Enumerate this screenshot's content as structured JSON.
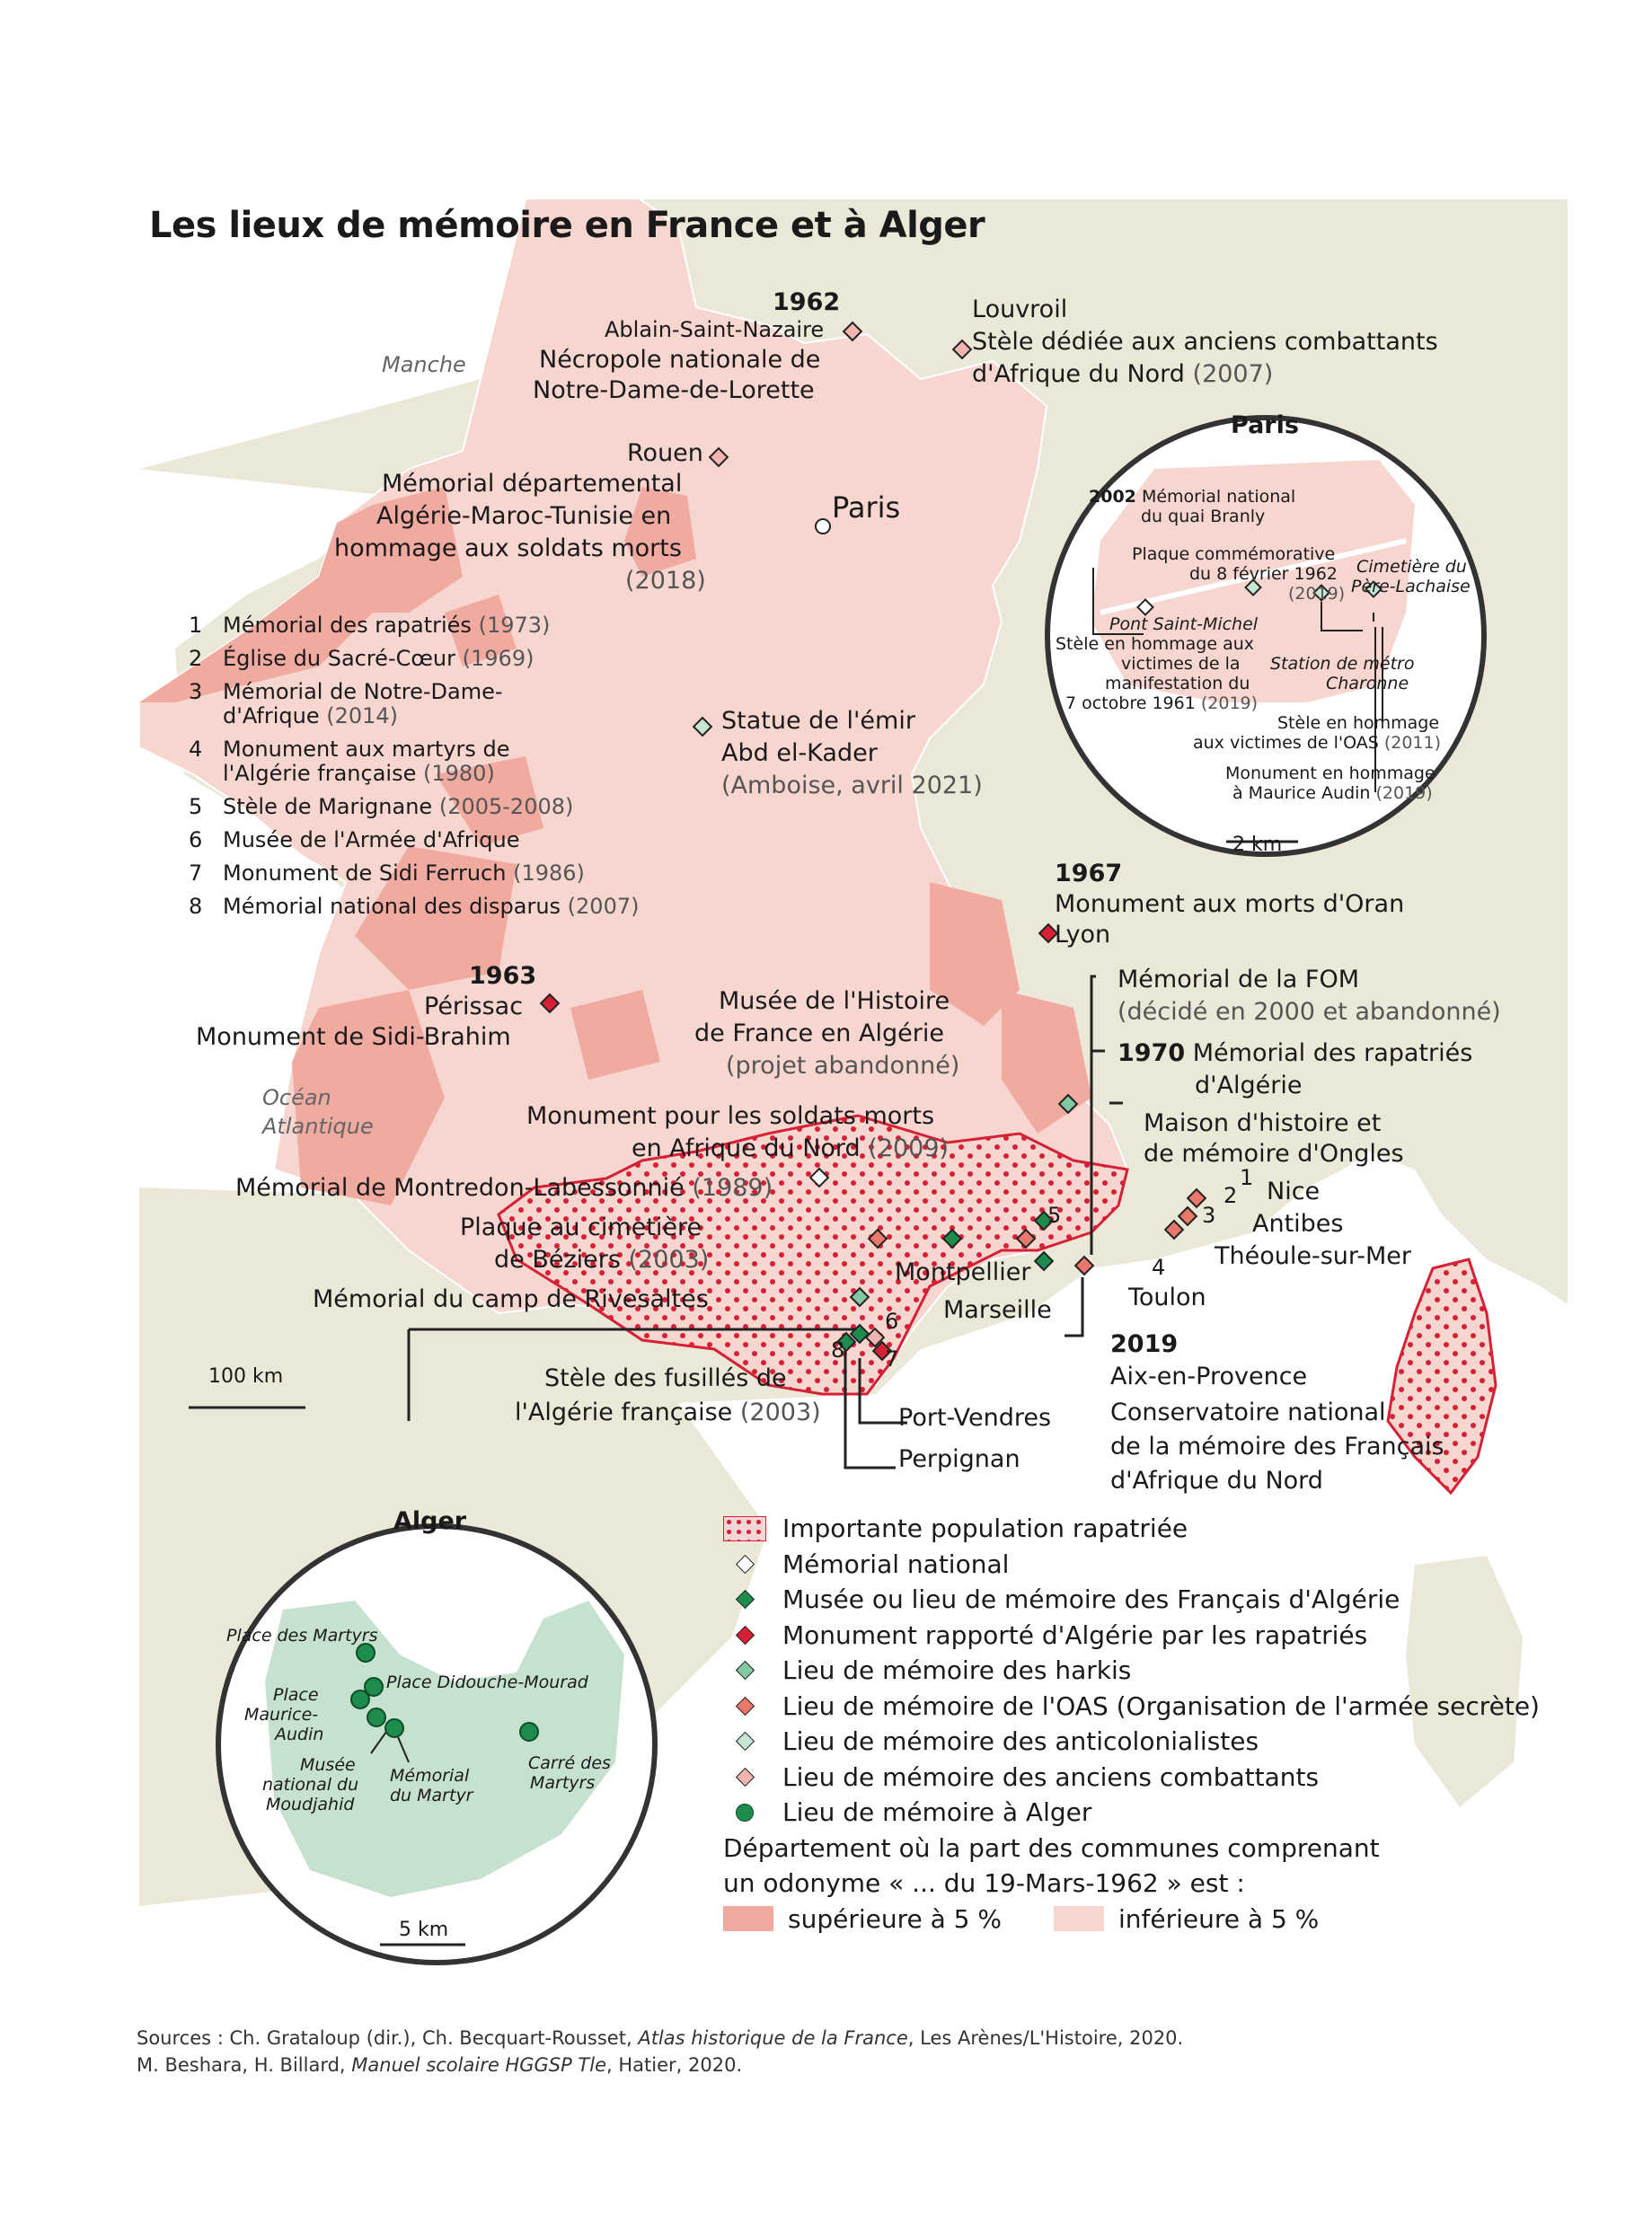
{
  "title": "Les lieux de mémoire en France et à Alger",
  "seas": {
    "manche": "Manche",
    "ocean_l1": "Océan",
    "ocean_l2": "Atlantique"
  },
  "places": {
    "y1962": "1962",
    "ablain": "Ablain-Saint-Nazaire",
    "necropole_l1": "Nécropole nationale de",
    "necropole_l2": "Notre-Dame-de-Lorette",
    "louvroil": "Louvroil",
    "stele_l1": "Stèle dédiée aux anciens combattants",
    "stele_l2": "d'Afrique du Nord",
    "stele_date": "(2007)",
    "rouen": "Rouen",
    "memdep_l1": "Mémorial départemental",
    "memdep_l2": "Algérie-Maroc-Tunisie en",
    "memdep_l3": "hommage aux soldats morts",
    "memdep_date": "(2018)",
    "paris": "Paris",
    "statue_l1": "Statue de l'émir",
    "statue_l2": "Abd el-Kader",
    "statue_l3": "(Amboise, avril 2021)",
    "y1967": "1967",
    "oran": "Monument aux morts d'Oran",
    "lyon": "Lyon",
    "y1963": "1963",
    "perissac": "Périssac",
    "sidibrahim": "Monument de Sidi-Brahim",
    "musee_l1": "Musée de l'Histoire",
    "musee_l2": "de France en Algérie",
    "musee_l3": "(projet abandonné)",
    "fom_l1": "Mémorial de la FOM",
    "fom_l2": "(décidé en 2000 et abandonné)",
    "y1970": "1970",
    "rap_l1": "Mémorial des rapatriés",
    "rap_l2": "d'Algérie",
    "monument_l1": "Monument pour les soldats morts",
    "monument_l2": "en Afrique du Nord",
    "monument_date": "(2009)",
    "ongles_l1": "Maison d'histoire et",
    "ongles_l2": "de mémoire d'Ongles",
    "montredon": "Mémorial de Montredon-Labessonnié",
    "montredon_date": "(1989)",
    "beziers_l1": "Plaque au cimetière",
    "beziers_l2": "de Béziers",
    "beziers_date": "(2003)",
    "nice": "Nice",
    "antibes": "Antibes",
    "theoule": "Théoule-sur-Mer",
    "montpellier": "Montpellier",
    "marseille": "Marseille",
    "toulon": "Toulon",
    "rivesaltes": "Mémorial du camp de Rivesaltes",
    "y2019": "2019",
    "aix": "Aix-en-Provence",
    "cons_l1": "Conservatoire national",
    "cons_l2": "de la mémoire des Français",
    "cons_l3": "d'Afrique du Nord",
    "fusilles_l1": "Stèle des fusillés de",
    "fusilles_l2": "l'Algérie française",
    "fusilles_date": "(2003)",
    "portvendres": "Port-Vendres",
    "perpignan": "Perpignan"
  },
  "map_numbers": [
    "1",
    "2",
    "3",
    "4",
    "5",
    "6",
    "7",
    "8"
  ],
  "numbered_list": [
    {
      "n": "1",
      "label": "Mémorial des rapatriés",
      "date": "(1973)"
    },
    {
      "n": "2",
      "label": "Église du Sacré-Cœur",
      "date": "(1969)"
    },
    {
      "n": "3",
      "label": "Mémorial de Notre-Dame-",
      "date": ""
    },
    {
      "n": "",
      "label": "d'Afrique",
      "date": "(2014)"
    },
    {
      "n": "4",
      "label": "Monument aux martyrs de",
      "date": ""
    },
    {
      "n": "",
      "label": "l'Algérie française",
      "date": "(1980)"
    },
    {
      "n": "5",
      "label": "Stèle de Marignane",
      "date": "(2005-2008)"
    },
    {
      "n": "6",
      "label": "Musée de l'Armée d'Afrique",
      "date": ""
    },
    {
      "n": "7",
      "label": "Monument de Sidi Ferruch",
      "date": "(1986)"
    },
    {
      "n": "8",
      "label": "Mémorial national des disparus",
      "date": "(2007)"
    }
  ],
  "scales": {
    "france": "100 km",
    "paris": "2 km",
    "alger": "5 km"
  },
  "paris_inset": {
    "title": "Paris",
    "branly_year": "2002",
    "branly_l1": "Mémorial national",
    "branly_l2": "du quai Branly",
    "plaque_l1": "Plaque commémorative",
    "plaque_l2": "du 8 février 1962",
    "plaque_date": "(2019)",
    "lachaise_l1": "Cimetière du",
    "lachaise_l2": "Père-Lachaise",
    "pontstmichel": "Pont Saint-Michel",
    "stele_l1": "Stèle en hommage aux",
    "stele_l2": "victimes de la",
    "stele_l3": "manifestation du",
    "stele_l4": "7 octobre 1961",
    "stele_date": "(2019)",
    "charonne_l1": "Station de métro",
    "charonne_l2": "Charonne",
    "oas_l1": "Stèle en hommage",
    "oas_l2": "aux victimes de l'OAS",
    "oas_date": "(2011)",
    "audin_l1": "Monument en hommage",
    "audin_l2": "à Maurice Audin",
    "audin_date": "(2019)"
  },
  "alger_inset": {
    "title": "Alger",
    "martyrs": "Place des Martyrs",
    "didouche": "Place Didouche-Mourad",
    "audin_l1": "Place",
    "audin_l2": "Maurice-",
    "audin_l3": "Audin",
    "moudjahid_l1": "Musée",
    "moudjahid_l2": "national du",
    "moudjahid_l3": "Moudjahid",
    "martyr_l1": "Mémorial",
    "martyr_l2": "du Martyr",
    "carre_l1": "Carré des",
    "carre_l2": "Martyrs"
  },
  "legend": {
    "rapatriee": "Importante population rapatriée",
    "memorial": "Mémorial national",
    "musee": "Musée ou lieu de mémoire des Français d'Algérie",
    "monument": "Monument rapporté d'Algérie par les rapatriés",
    "harkis": "Lieu de mémoire des harkis",
    "oas": "Lieu de mémoire de l'OAS (Organisation de l'armée secrète)",
    "anticolo": "Lieu de mémoire des anticolonialistes",
    "combattants": "Lieu de mémoire des anciens combattants",
    "alger": "Lieu de mémoire à Alger",
    "dept_l1": "Département où la part des communes comprenant",
    "dept_l2": "un odonyme « ... du 19-Mars-1962 » est :",
    "sup": "supérieure à 5 %",
    "inf": "inférieure à 5 %"
  },
  "colors": {
    "background": "#ece8d8",
    "dept_high": "#f0aaa0",
    "dept_low": "#f8d6d0",
    "rapatriee_dot": "#d62035",
    "memorial": "#ffffff",
    "musee": "#1e8c4e",
    "monument": "#d62035",
    "harkis": "#82c8a0",
    "oas": "#e8786c",
    "anticolo": "#c7e6d2",
    "combattants": "#f2b4ae",
    "alger": "#1e8c4e",
    "alger_land": "#c6e2cf"
  },
  "sources": {
    "l1_a": "Sources : Ch. Grataloup (dir.), Ch. Becquart-Rousset,",
    "l1_b": "Atlas historique de la France",
    "l1_c": ", Les Arènes/L'Histoire, 2020.",
    "l2_a": "M. Beshara, H. Billard,",
    "l2_b": "Manuel scolaire HGGSP Tle",
    "l2_c": ", Hatier, 2020."
  }
}
